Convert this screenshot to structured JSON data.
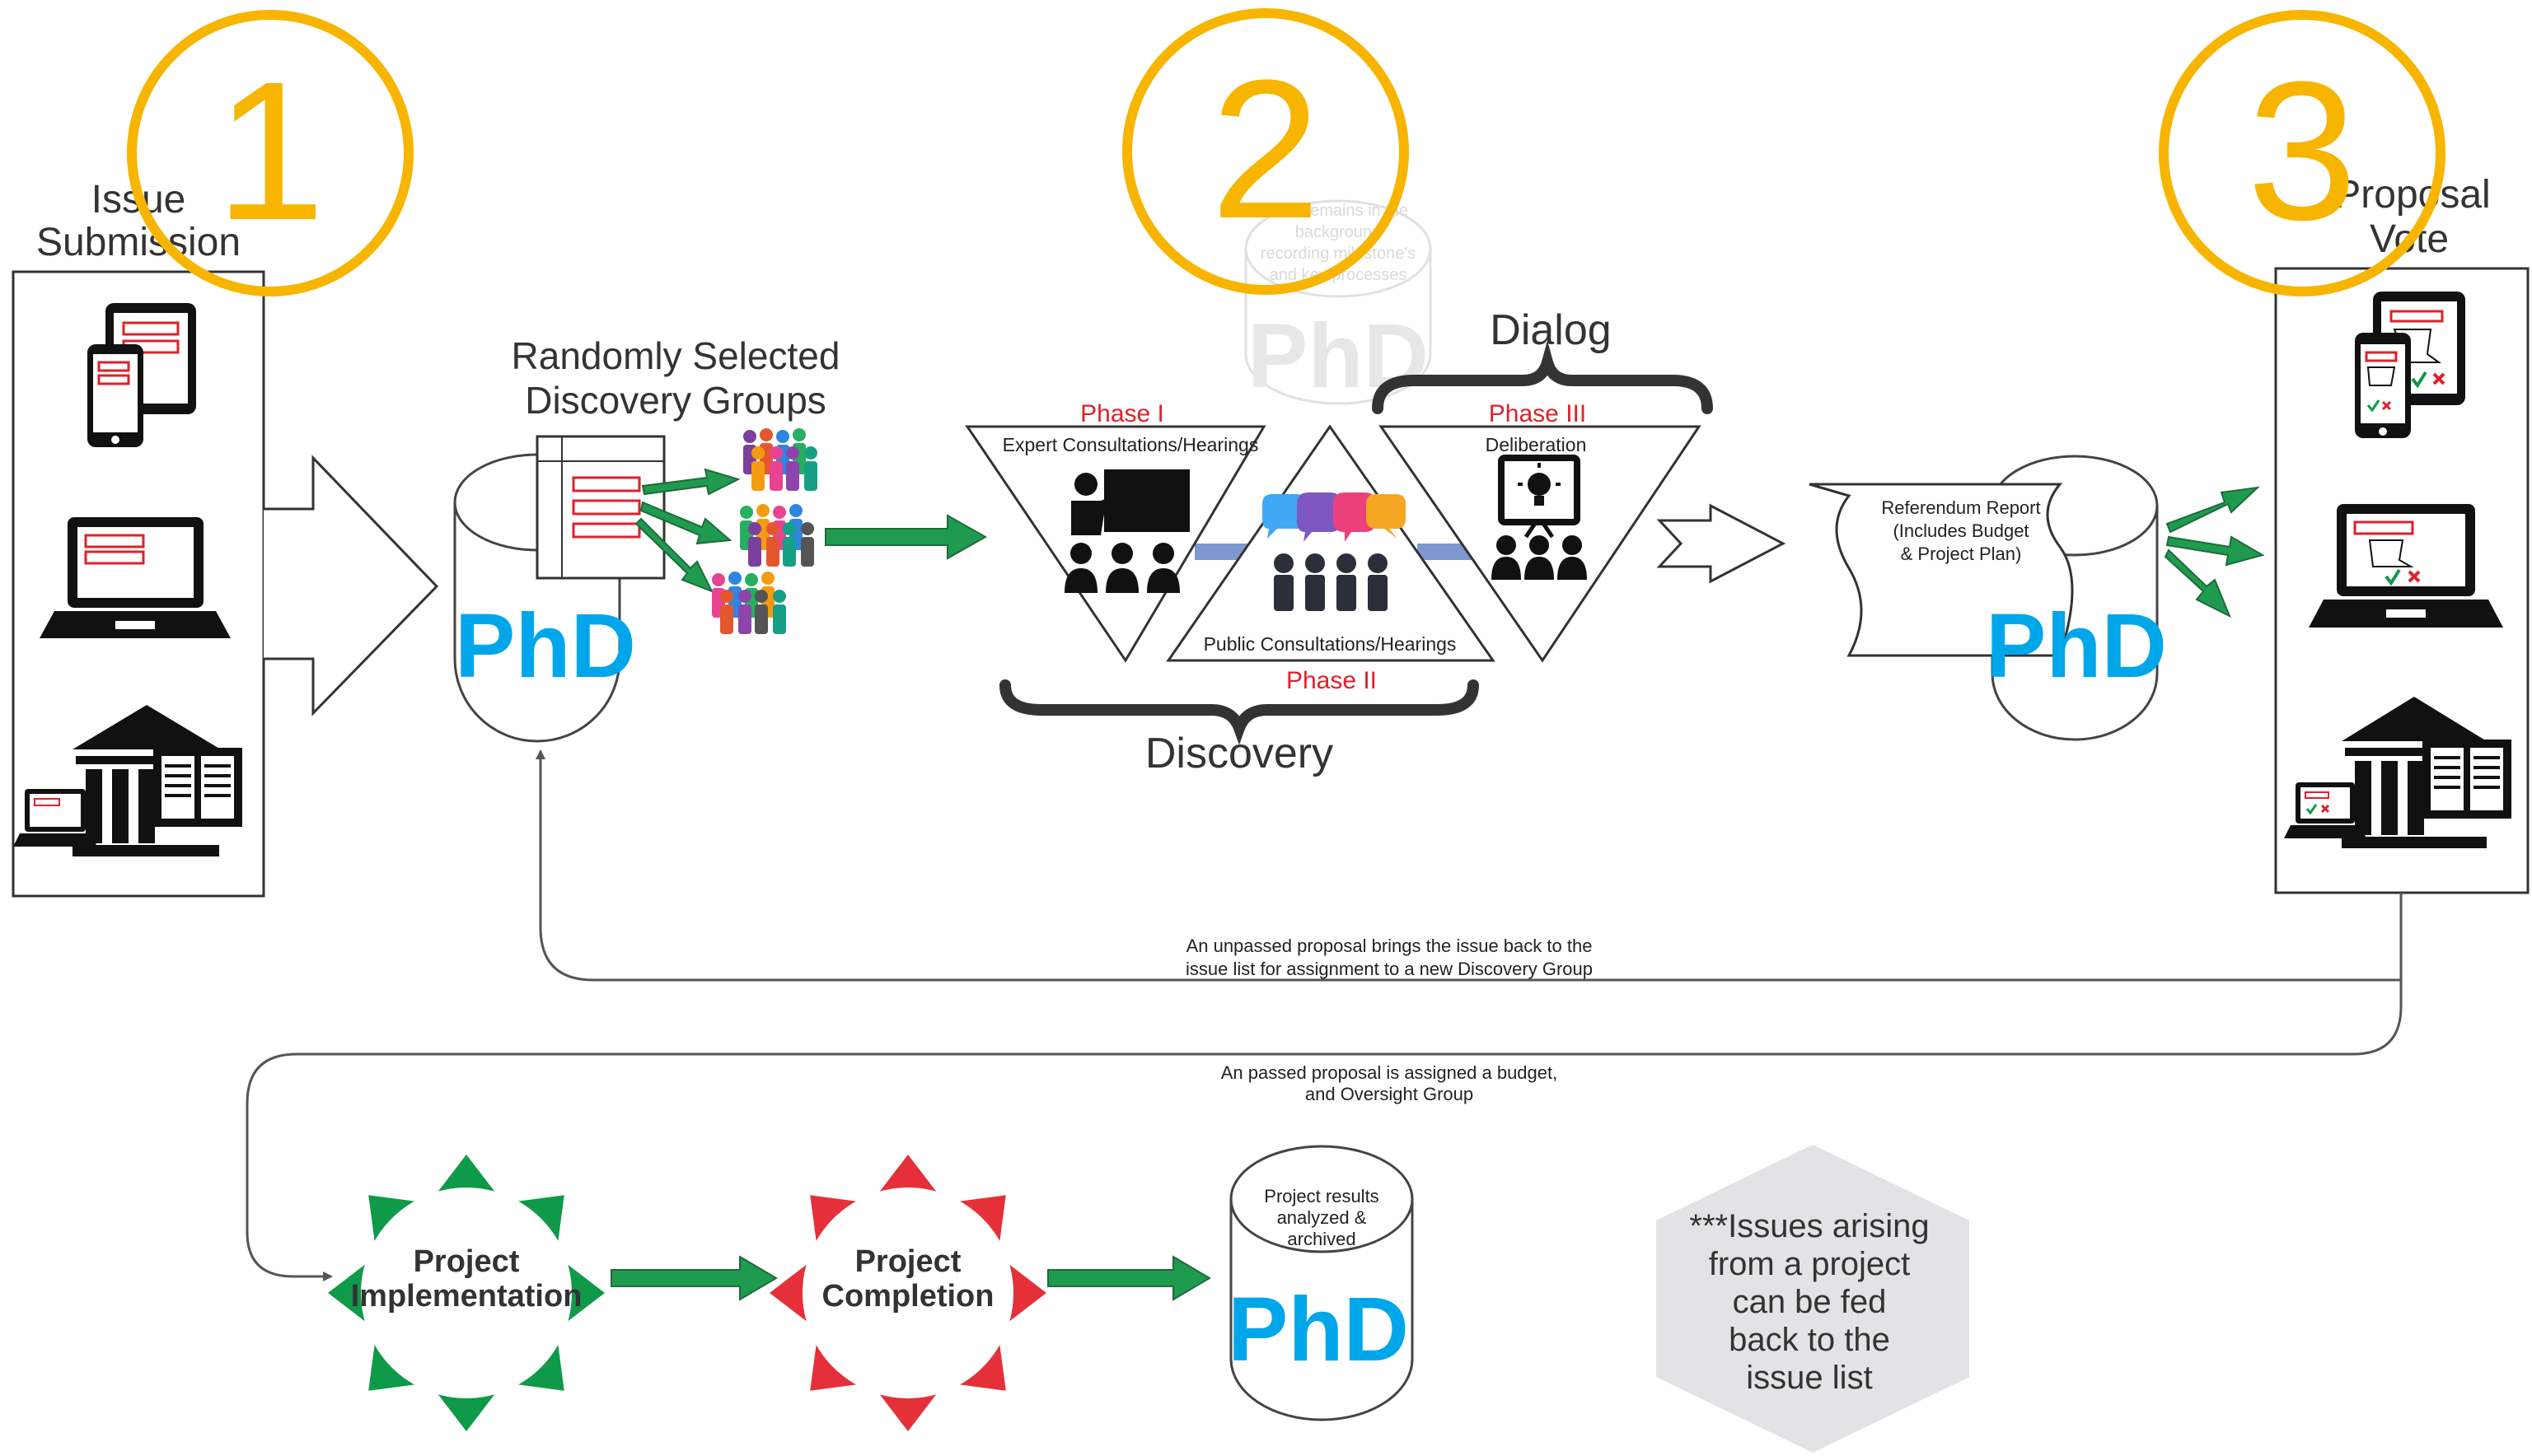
{
  "step_numbers": {
    "one": "1",
    "two": "2",
    "three": "3"
  },
  "issue_submission": {
    "line1": "Issue",
    "line2": "Submission"
  },
  "proposal_vote": {
    "line1": "Proposal",
    "line2": "Vote"
  },
  "discovery_groups": {
    "line1": "Randomly Selected",
    "line2": "Discovery Groups"
  },
  "phd_label": "PhD",
  "background_phd": {
    "line1": "PhD remains in the",
    "line2": "background",
    "line3": "recording milestone's",
    "line4": "and key processes"
  },
  "phases": {
    "phase1": {
      "title": "Phase I",
      "subtitle": "Expert Consultations/Hearings"
    },
    "phase2": {
      "title": "Phase II",
      "subtitle": "Public Consultations/Hearings"
    },
    "phase3": {
      "title": "Phase III",
      "subtitle": "Deliberation"
    }
  },
  "braces": {
    "dialog": "Dialog",
    "discovery": "Discovery"
  },
  "referendum": {
    "line1": "Referendum Report",
    "line2": "(Includes Budget",
    "line3": "& Project Plan)"
  },
  "unpassed_note": {
    "line1": "An unpassed proposal brings the issue back to the",
    "line2": "issue list for assignment to a new Discovery Group"
  },
  "passed_note": {
    "line1": "An passed proposal is assigned a budget,",
    "line2": "and Oversight Group"
  },
  "project_implementation": {
    "line1": "Project",
    "line2": "Implementation"
  },
  "project_completion": {
    "line1": "Project",
    "line2": "Completion"
  },
  "archive": {
    "line1": "Project results",
    "line2": "analyzed &",
    "line3": "archived"
  },
  "issues_note": {
    "line1": "***Issues arising",
    "line2": "from a project",
    "line3": "can be fed",
    "line4": "back to the",
    "line5": "issue list"
  },
  "colors": {
    "step_circle": "#f7b500",
    "phd_blue": "#00a6ea",
    "phase_red": "#e0202a",
    "arrow_green": "#1e9b4f",
    "star_green": "#0e9a48",
    "star_red": "#e5303a",
    "connector_blue": "#7f97cf",
    "hexagon_gray": "#e2e3e5"
  }
}
